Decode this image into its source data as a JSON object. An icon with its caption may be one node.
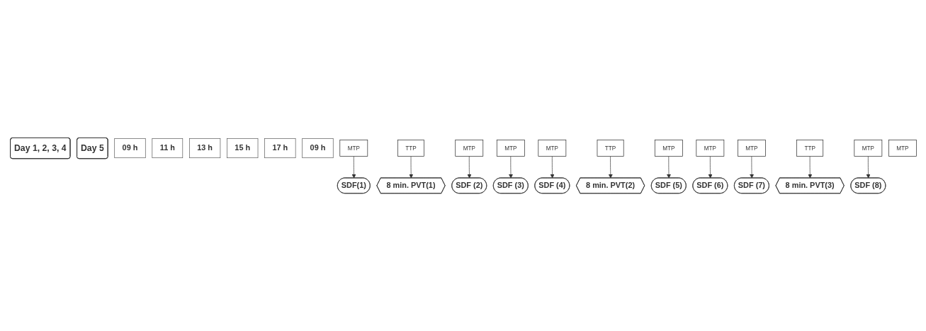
{
  "diagram": {
    "nodes": [
      {
        "text": [
          "Day 1, 2, 3, 4"
        ]
      },
      {
        "text": [
          "Day 5"
        ]
      },
      {
        "text": [
          "09 h"
        ]
      },
      {
        "text": [
          "11 h"
        ]
      },
      {
        "text": [
          "13 h"
        ]
      },
      {
        "text": [
          "15 h"
        ]
      },
      {
        "text": [
          "17 h"
        ]
      },
      {
        "text": [
          "09 h"
        ]
      },
      {
        "text": [
          "MTP"
        ]
      },
      {
        "text": [
          "TTP"
        ]
      },
      {
        "text": [
          "MTP"
        ]
      },
      {
        "text": [
          "MTP"
        ]
      },
      {
        "text": [
          "MTP"
        ]
      },
      {
        "text": [
          "TTP"
        ]
      },
      {
        "text": [
          "MTP"
        ]
      },
      {
        "text": [
          "MTP"
        ]
      },
      {
        "text": [
          "MTP"
        ]
      },
      {
        "text": [
          "TTP"
        ]
      },
      {
        "text": [
          "MTP"
        ]
      },
      {
        "text": [
          "MTP"
        ]
      },
      {
        "text": [
          "SDF(1)"
        ]
      },
      {
        "text": [
          "SDF (2)"
        ]
      },
      {
        "text": [
          "SDF (3)"
        ]
      },
      {
        "text": [
          "SDF (4)"
        ]
      },
      {
        "text": [
          "SDF (5)"
        ]
      },
      {
        "text": [
          "SDF (6)"
        ]
      },
      {
        "text": [
          "SDF (7)"
        ]
      },
      {
        "text": [
          "SDF (8)"
        ]
      },
      {
        "text": [
          "8 min. PVT(1)"
        ]
      },
      {
        "text": [
          "8 min. PVT(2)"
        ]
      },
      {
        "text": [
          "8 min. PVT(3)"
        ]
      }
    ],
    "edges": [
      {
        "from": 8,
        "to": 20,
        "arrow": "to"
      },
      {
        "from": 9,
        "to": 28,
        "arrow": "to"
      },
      {
        "from": 10,
        "to": 21,
        "arrow": "to"
      },
      {
        "from": 11,
        "to": 22,
        "arrow": "to"
      },
      {
        "from": 12,
        "to": 23,
        "arrow": "to"
      },
      {
        "from": 13,
        "to": 29,
        "arrow": "to"
      },
      {
        "from": 14,
        "to": 24,
        "arrow": "to"
      },
      {
        "from": 15,
        "to": 25,
        "arrow": "to"
      },
      {
        "from": 16,
        "to": 26,
        "arrow": "to"
      },
      {
        "from": 17,
        "to": 30,
        "arrow": "to"
      },
      {
        "from": 18,
        "to": 27,
        "arrow": "to"
      }
    ]
  }
}
